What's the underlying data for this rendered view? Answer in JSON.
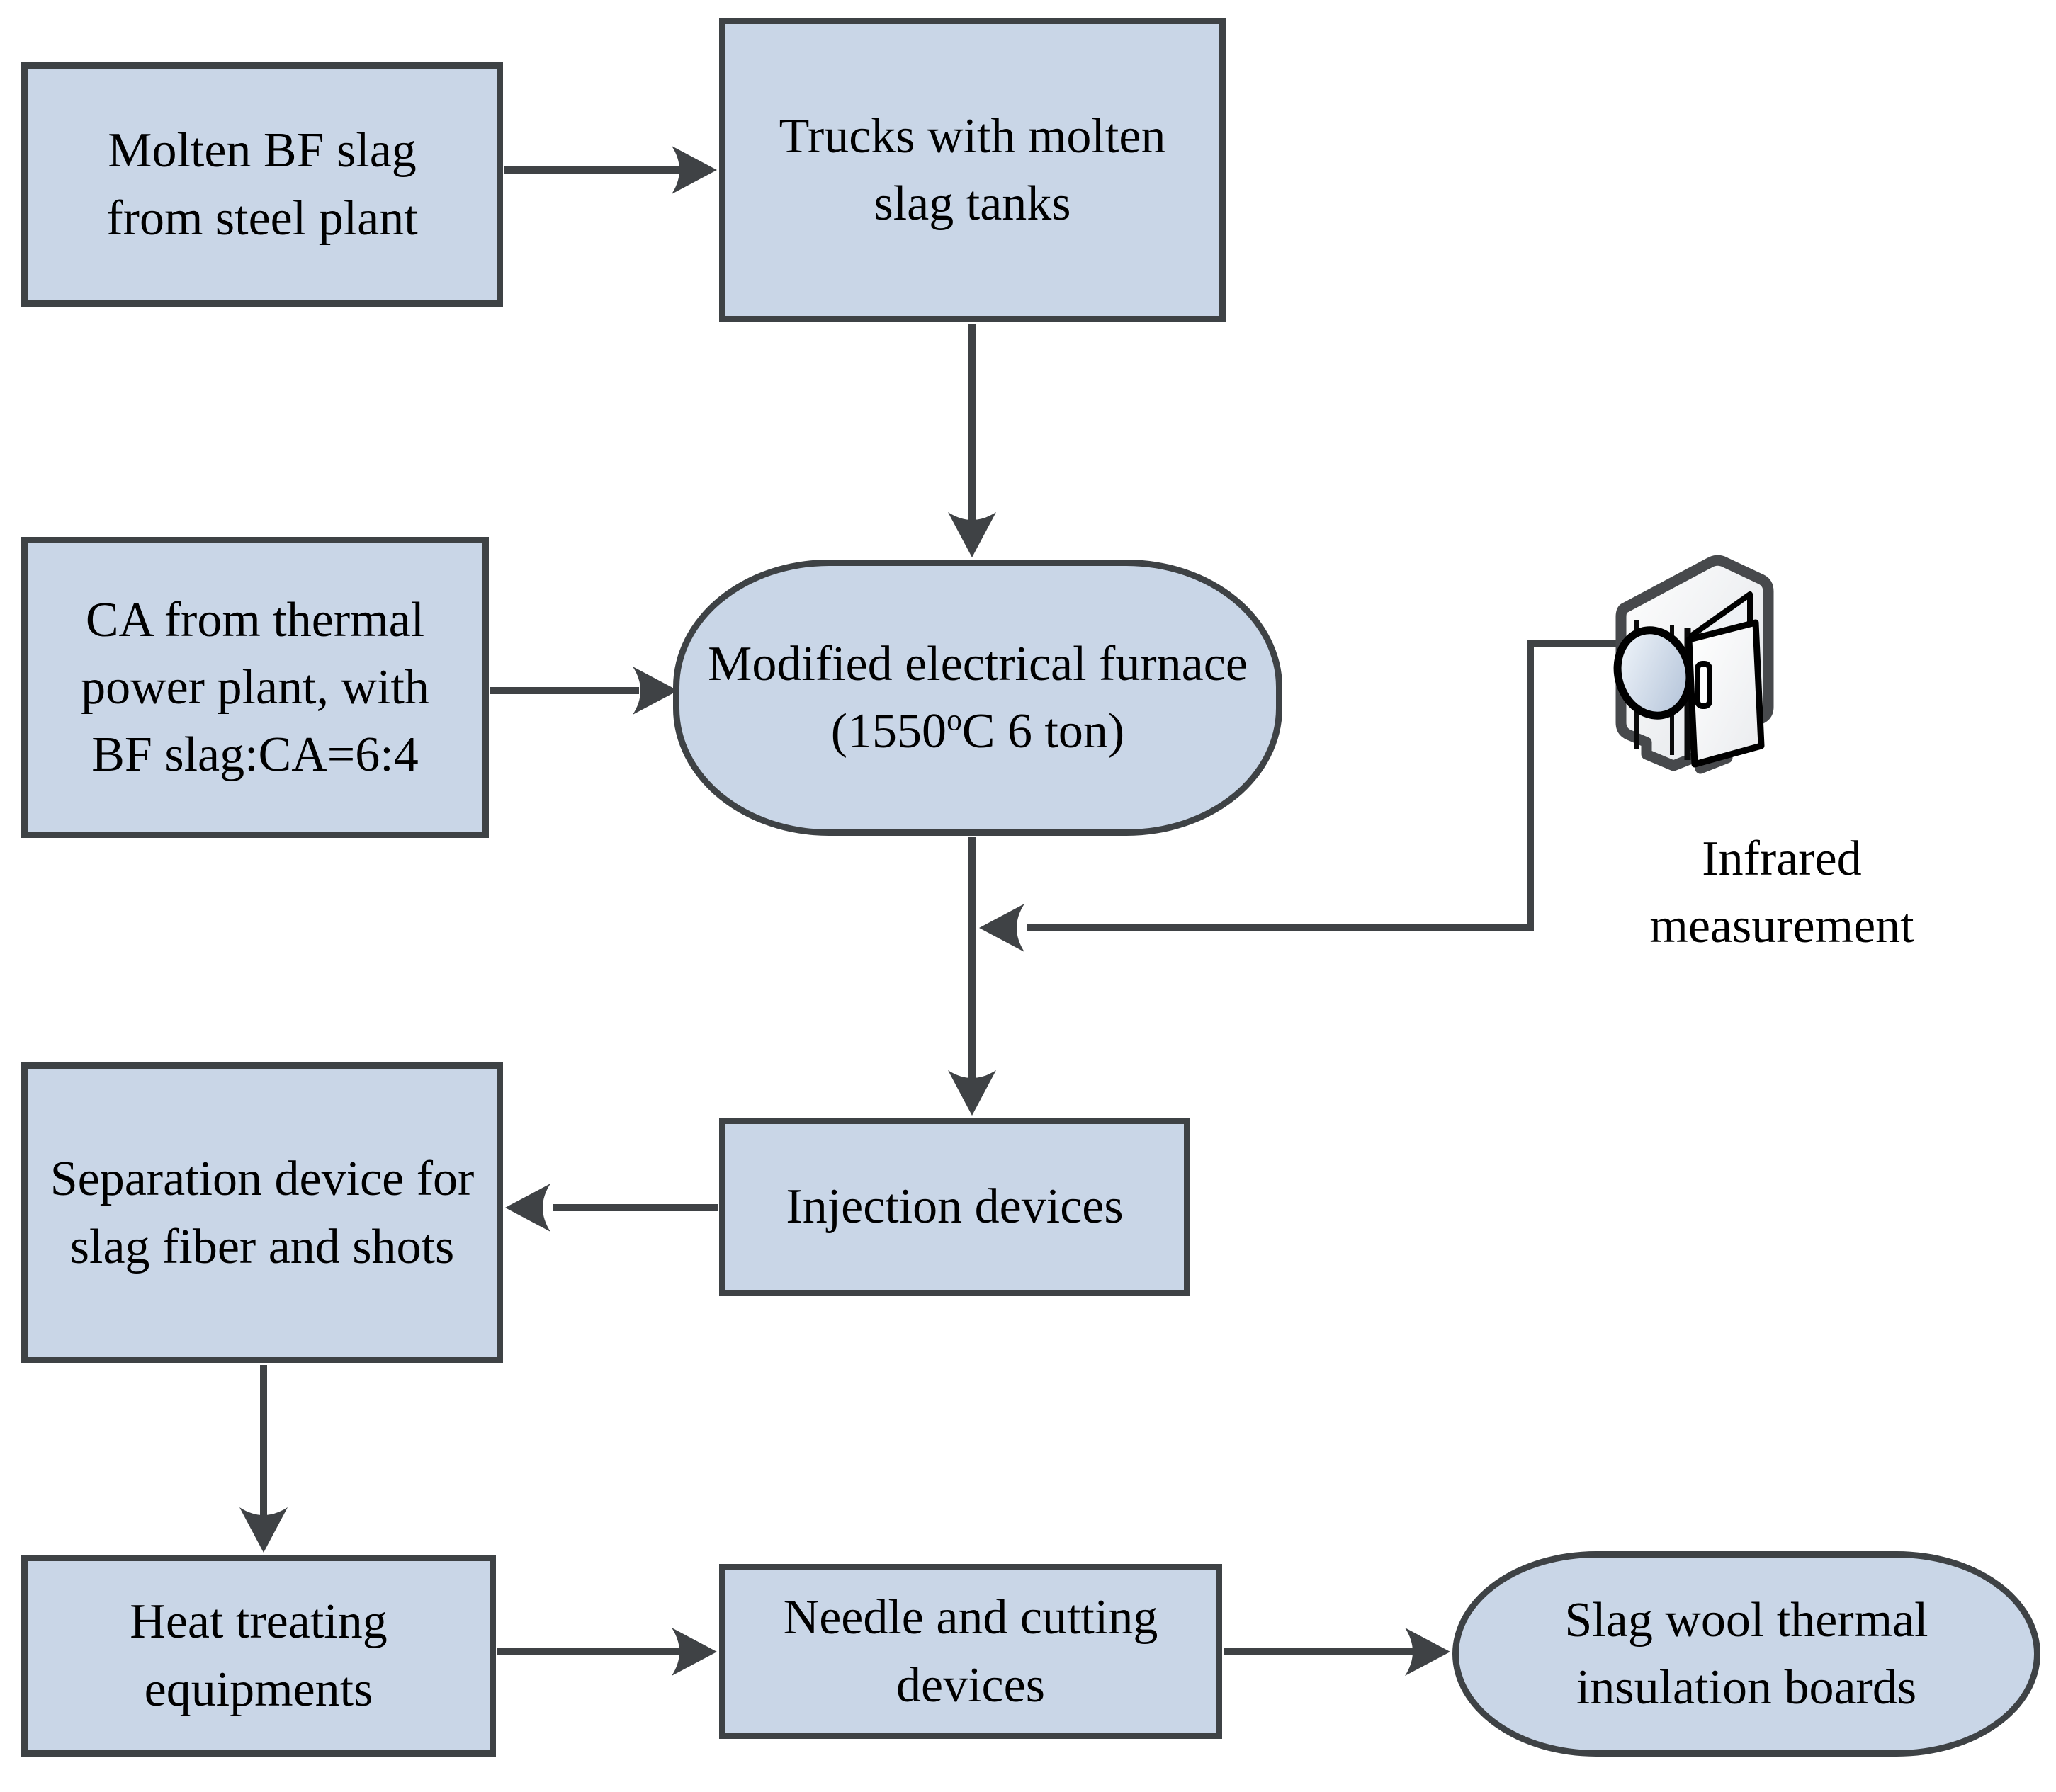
{
  "theme": {
    "background": "#ffffff",
    "node_fill": "#c9d6e7",
    "node_border": "#3e4245",
    "arrow_color": "#3f4245",
    "camera_outline": "#47494c",
    "text_color": "#000000"
  },
  "nodes": {
    "molten_bf_slag": {
      "label": "Molten BF slag\nfrom steel plant"
    },
    "trucks": {
      "label": "Trucks with molten\nslag tanks"
    },
    "ca_thermal": {
      "label": "CA from thermal\npower plant, with\nBF slag:CA=6:4"
    },
    "furnace": {
      "line1": "Modified electrical furnace",
      "line2_pre": "(1550",
      "line2_sup": "o",
      "line2_post": "C 6 ton)"
    },
    "injection": {
      "label": "Injection devices"
    },
    "separation": {
      "label": "Separation device for\nslag fiber and shots"
    },
    "heat_treating": {
      "label": "Heat treating\nequipments"
    },
    "needle_cutting": {
      "label": "Needle and cutting\ndevices"
    },
    "slag_wool": {
      "label": "Slag wool thermal\ninsulation boards"
    },
    "infrared": {
      "label": "Infrared\nmeasurement"
    }
  }
}
